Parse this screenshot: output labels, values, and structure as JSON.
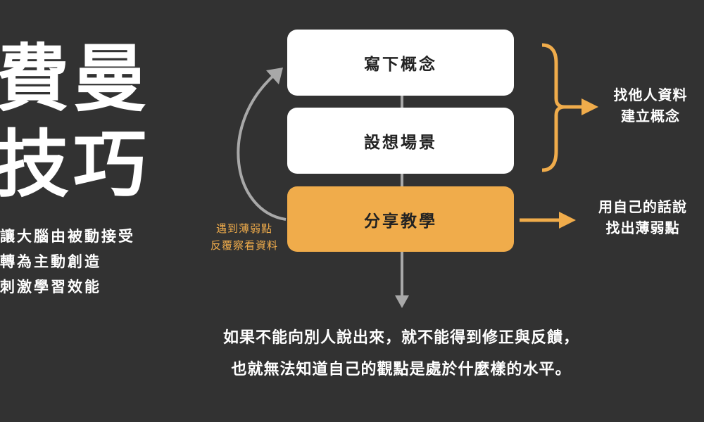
{
  "title": {
    "line1": "費曼",
    "line2": "技巧"
  },
  "subtitle": [
    "讓大腦由被動接受",
    "轉為主動創造",
    "刺激學習效能"
  ],
  "steps": [
    {
      "label": "寫下概念"
    },
    {
      "label": "設想場景"
    },
    {
      "label": "分享教學"
    }
  ],
  "side_notes": {
    "top": [
      "找他人資料",
      "建立概念"
    ],
    "bottom": [
      "用自己的話說",
      "找出薄弱點"
    ]
  },
  "loop_note": [
    "遇到薄弱點",
    "反覆察看資料"
  ],
  "quote": [
    "如果不能向別人說出來，就不能得到修正與反饋，",
    "也就無法知道自己的觀點是處於什麼樣的水平。"
  ],
  "colors": {
    "background": "#323232",
    "accent": "#f0ac4b",
    "arrow": "#a8a8a8"
  }
}
